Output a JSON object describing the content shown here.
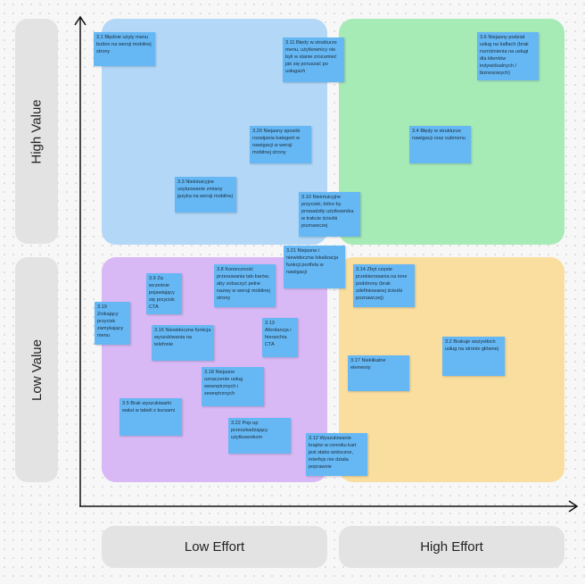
{
  "axes": {
    "y_high": "High Value",
    "y_low": "Low Value",
    "x_low": "Low Effort",
    "x_high": "High Effort"
  },
  "colors": {
    "quadrant_high_value_low_effort": "#b3d7f7",
    "quadrant_high_value_high_effort": "#a6eab6",
    "quadrant_low_value_low_effort": "#d9b9f5",
    "quadrant_low_value_high_effort": "#f9dea0",
    "sticky_note": "#66b8f4",
    "axis_label_bg": "#e3e3e3"
  },
  "notes": [
    {
      "id": "n3-1",
      "text": "3.1 Błędnie użyty menu button na wersji mobilnej strony"
    },
    {
      "id": "n3-11",
      "text": "3.11 Błędy w strukturze menu, użytkownicy nie byli w stanie zrozumieć jak się poruszać po usługach"
    },
    {
      "id": "n3-6",
      "text": "3.6 Niejasny podział usług na kaflach (brak rozróżnienia na usługi dla klientów indywidualnych / biznesowych)"
    },
    {
      "id": "n3-20",
      "text": "3.20 Niejasny sposób rozwijania kategorii w nawigacji w wersji mobilnej strony"
    },
    {
      "id": "n3-4",
      "text": "3.4 Błędy w strukturze nawigacji oraz submenu"
    },
    {
      "id": "n3-3",
      "text": "3.3 Nieintuicyjne usytuowanie zmiany języka na wersji mobilnej"
    },
    {
      "id": "n3-10",
      "text": "3.10 Nieintuicyjne przyciski, które by prowadziły użytkownika w trakcie ścieżki poznawczej"
    },
    {
      "id": "n3-21",
      "text": "3.21 Niejasna i niewidoczna lokalizacja funkcji portfela w nawigacji"
    },
    {
      "id": "n3-8",
      "text": "3.8 Konieczność przesuwania tab-barów, aby zobaczyć pełne nazwy w wersji mobilnej strony"
    },
    {
      "id": "n3-9",
      "text": "3.9 Za wcześnie pojawiający się przycisk CTA"
    },
    {
      "id": "n3-14",
      "text": "3.14 Zbyt częste przekierowania na inne podstrony (brak zdefiniowanej ścieżki poznawczej)"
    },
    {
      "id": "n3-19",
      "text": "3.19 Znikający przycisk zamykający menu"
    },
    {
      "id": "n3-16",
      "text": "3.16 Niewidoczna funkcja wyszukiwania na telefonie"
    },
    {
      "id": "n3-13",
      "text": "3.13 Afordancja i hierarchia CTA"
    },
    {
      "id": "n3-2",
      "text": "3.2 Brakuje wszystkich usług na stronie głównej"
    },
    {
      "id": "n3-17",
      "text": "3.17 Nieklikalne elementy"
    },
    {
      "id": "n3-18",
      "text": "3.18 Niejasne oznaczenie usług wewnętrznych i zewnętrznych"
    },
    {
      "id": "n3-5",
      "text": "3.5 Brak wyszukiwarki walut w tabeli z kursami"
    },
    {
      "id": "n3-22",
      "text": "3.22 Pop-up przeszkadzający użytkownikom"
    },
    {
      "id": "n3-12",
      "text": "3.12 Wyszukiwanie krajów w cenniku kart jest słabo widoczne, interfejs nie działa poprawnie"
    }
  ]
}
